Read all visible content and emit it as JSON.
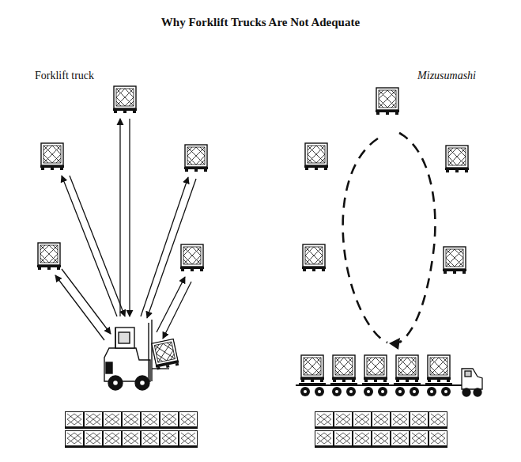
{
  "diagram": {
    "title": "Why Forklift Trucks Are Not Adequate",
    "labels": [
      "Forklift truck",
      "Mizusumashi"
    ]
  }
}
